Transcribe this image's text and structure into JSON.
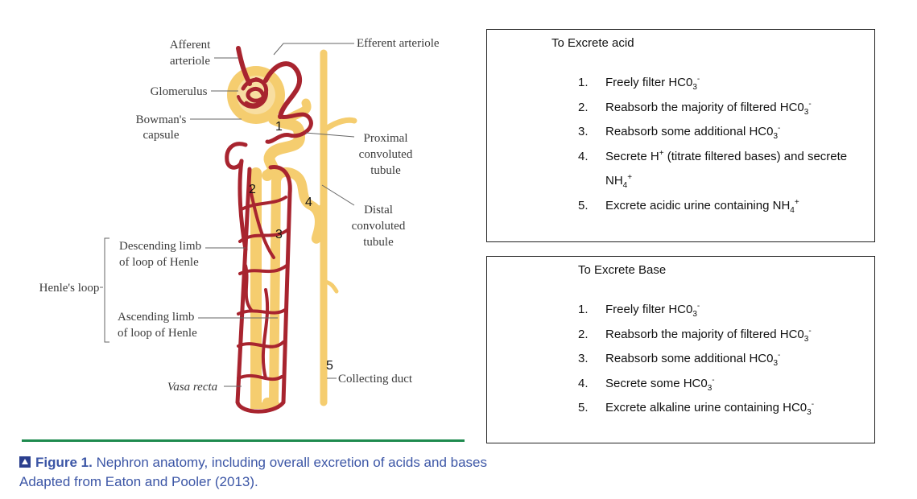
{
  "diagram": {
    "labels": {
      "afferent_1": "Afferent",
      "afferent_2": "arteriole",
      "efferent": "Efferent arteriole",
      "glomerulus": "Glomerulus",
      "bowmans_1": "Bowman's",
      "bowmans_2": "capsule",
      "proximal_1": "Proximal",
      "proximal_2": "convoluted",
      "proximal_3": "tubule",
      "distal_1": "Distal",
      "distal_2": "convoluted",
      "distal_3": "tubule",
      "descending_1": "Descending limb",
      "descending_2": "of loop of Henle",
      "henle": "Henle's loop",
      "ascending_1": "Ascending limb",
      "ascending_2": "of loop of Henle",
      "vasa_recta": "Vasa recta",
      "collecting_duct": "Collecting duct"
    },
    "markers": [
      "1",
      "2",
      "3",
      "4",
      "5"
    ],
    "colors": {
      "tubule": "#f5cd6f",
      "vessel": "#a8242f"
    }
  },
  "panels": {
    "acid": {
      "title": "To Excrete acid",
      "items": [
        {
          "num": "1.",
          "text": "Freely filter  HC0",
          "sub": "3",
          "sup": "-",
          "after": ""
        },
        {
          "num": "2.",
          "text": "Reabsorb the majority of filtered HC0",
          "sub": "3",
          "sup": "-",
          "after": ""
        },
        {
          "num": "3.",
          "text": "Reabsorb some additional HC0",
          "sub": "3",
          "sup": "-",
          "after": ""
        },
        {
          "num": "4.",
          "text": "Secrete H",
          "sub": "",
          "sup": "+",
          "after": " (titrate filtered bases) and secrete"
        },
        {
          "num": "",
          "text": "NH",
          "sub": "4",
          "sup": "+",
          "after": ""
        },
        {
          "num": "5.",
          "text": "Excrete acidic urine containing NH",
          "sub": "4",
          "sup": "+",
          "after": ""
        }
      ]
    },
    "base": {
      "title": "To Excrete Base",
      "items": [
        {
          "num": "1.",
          "text": "Freely filter HC0",
          "sub": "3",
          "sup": "-",
          "after": ""
        },
        {
          "num": "2.",
          "text": "Reabsorb the majority of filtered HC0",
          "sub": "3",
          "sup": "-",
          "after": ""
        },
        {
          "num": "3.",
          "text": "Reabsorb some additional HC0",
          "sub": "3",
          "sup": "-",
          "after": ""
        },
        {
          "num": "4.",
          "text": "Secrete some HC0",
          "sub": "3",
          "sup": "-",
          "after": ""
        },
        {
          "num": "5.",
          "text": "Excrete alkaline urine containing HC0",
          "sub": "3",
          "sup": "-",
          "after": ""
        }
      ]
    }
  },
  "caption": {
    "figure_label": "Figure 1.",
    "text": " Nephron anatomy, including overall excretion of acids and bases",
    "line2": "Adapted from Eaton and Pooler (2013).",
    "colors": {
      "text": "#3c56a6",
      "rule": "#1e8a4e"
    }
  }
}
